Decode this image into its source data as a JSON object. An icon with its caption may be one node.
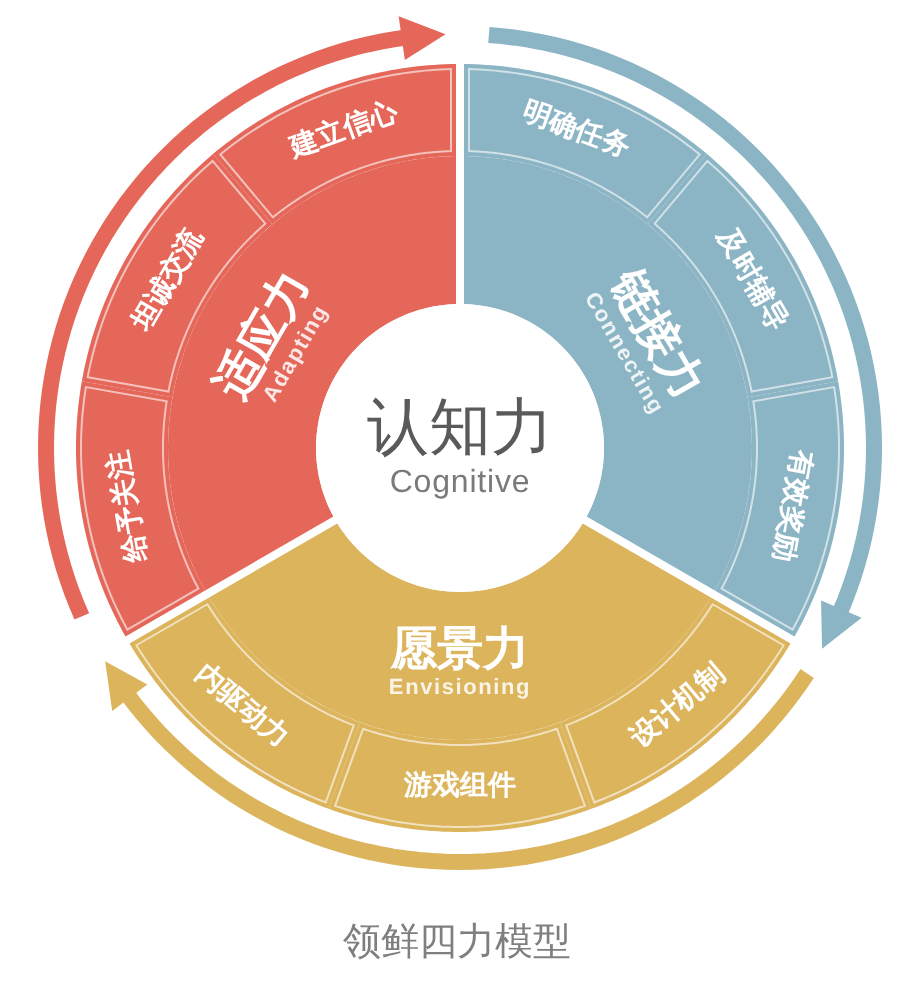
{
  "diagram": {
    "caption": "领鲜四力模型",
    "nodes": [
      {
        "text": [
          "认知力",
          "Cognitive"
        ]
      },
      {
        "text": [
          "适应力",
          "Adapting"
        ]
      },
      {
        "text": [
          "给予关注"
        ]
      },
      {
        "text": [
          "坦诚交流"
        ]
      },
      {
        "text": [
          "建立信心"
        ]
      },
      {
        "text": [
          "链接力",
          "Connecting"
        ]
      },
      {
        "text": [
          "明确任务"
        ]
      },
      {
        "text": [
          "及时辅导"
        ]
      },
      {
        "text": [
          "有效奖励"
        ]
      },
      {
        "text": [
          "愿景力",
          "Envisioning"
        ]
      },
      {
        "text": [
          "设计机制"
        ]
      },
      {
        "text": [
          "游戏组件"
        ]
      },
      {
        "text": [
          "内驱动力"
        ]
      }
    ]
  }
}
